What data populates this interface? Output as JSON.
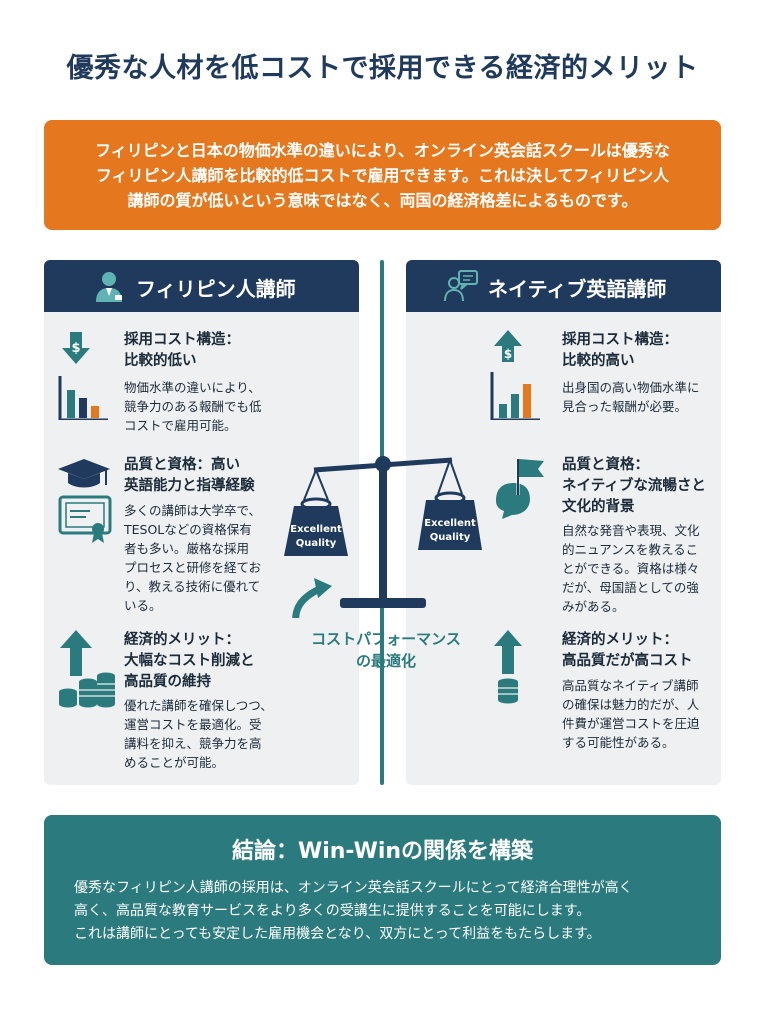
{
  "title": "優秀な人材を低コストで採用できる経済的メリット",
  "intro": {
    "lines": [
      "フィリピンと日本の物価水準の違いにより、オンライン英会話スクールは優秀な",
      "フィリピン人講師を比較的低コストで雇用できます。これは決してフィリピン人",
      "講師の質が低いという意味ではなく、両国の経済格差によるものです。"
    ]
  },
  "left_panel": {
    "title": "フィリピン人講師",
    "items": [
      {
        "head": [
          "採用コスト構造：",
          "比較的低い"
        ],
        "body": [
          "物価水準の違いにより、",
          "競争力のある報酬でも低",
          "コストで雇用可能。"
        ]
      },
      {
        "head": [
          "品質と資格：高い",
          "英語能力と指導経験"
        ],
        "body": [
          "多くの講師は大学卒で、",
          "TESOLなどの資格保有",
          "者も多い。厳格な採用",
          "プロセスと研修を経てお",
          "り、教える技術に優れて",
          "いる。"
        ]
      },
      {
        "head": [
          "経済的メリット：",
          "大幅なコスト削減と",
          "高品質の維持"
        ],
        "body": [
          "優れた講師を確保しつつ、",
          "運営コストを最適化。受",
          "講料を抑え、競争力を高",
          "めることが可能。"
        ]
      }
    ]
  },
  "right_panel": {
    "title": "ネイティブ英語講師",
    "items": [
      {
        "head": [
          "採用コスト構造：",
          "比較的高い"
        ],
        "body": [
          "出身国の高い物価水準に",
          "見合った報酬が必要。"
        ]
      },
      {
        "head": [
          "品質と資格：",
          "ネイティブな流暢さと",
          "文化的背景"
        ],
        "body": [
          "自然な発音や表現、文化",
          "的ニュアンスを教えるこ",
          "とができる。資格は様々",
          "だが、母国語としての強",
          "みがある。"
        ]
      },
      {
        "head": [
          "経済的メリット：",
          "高品質だが高コスト"
        ],
        "body": [
          "高品質なネイティブ講師",
          "の確保は魅力的だが、人",
          "件費が運営コストを圧迫",
          "する可能性がある。"
        ]
      }
    ]
  },
  "scale": {
    "left_weight": [
      "Excellent",
      "Quality"
    ],
    "right_weight": [
      "Excellent",
      "Quality"
    ],
    "caption": [
      "コストパフォーマンス",
      "の最適化"
    ]
  },
  "conclusion": {
    "title": "結論：Win-Winの関係を構築",
    "lines": [
      "優秀なフィリピン人講師の採用は、オンライン英会話スクールにとって経済合理性が高く",
      "高く、高品質な教育サービスをより多くの受講生に提供することを可能にします。",
      "これは講師にとっても安定した雇用機会となり、双方にとって利益をもたらします。"
    ]
  },
  "colors": {
    "navy": "#1f3a5c",
    "teal": "#2b7b7e",
    "orange": "#e5781f",
    "panel_bg": "#eef0f2"
  }
}
